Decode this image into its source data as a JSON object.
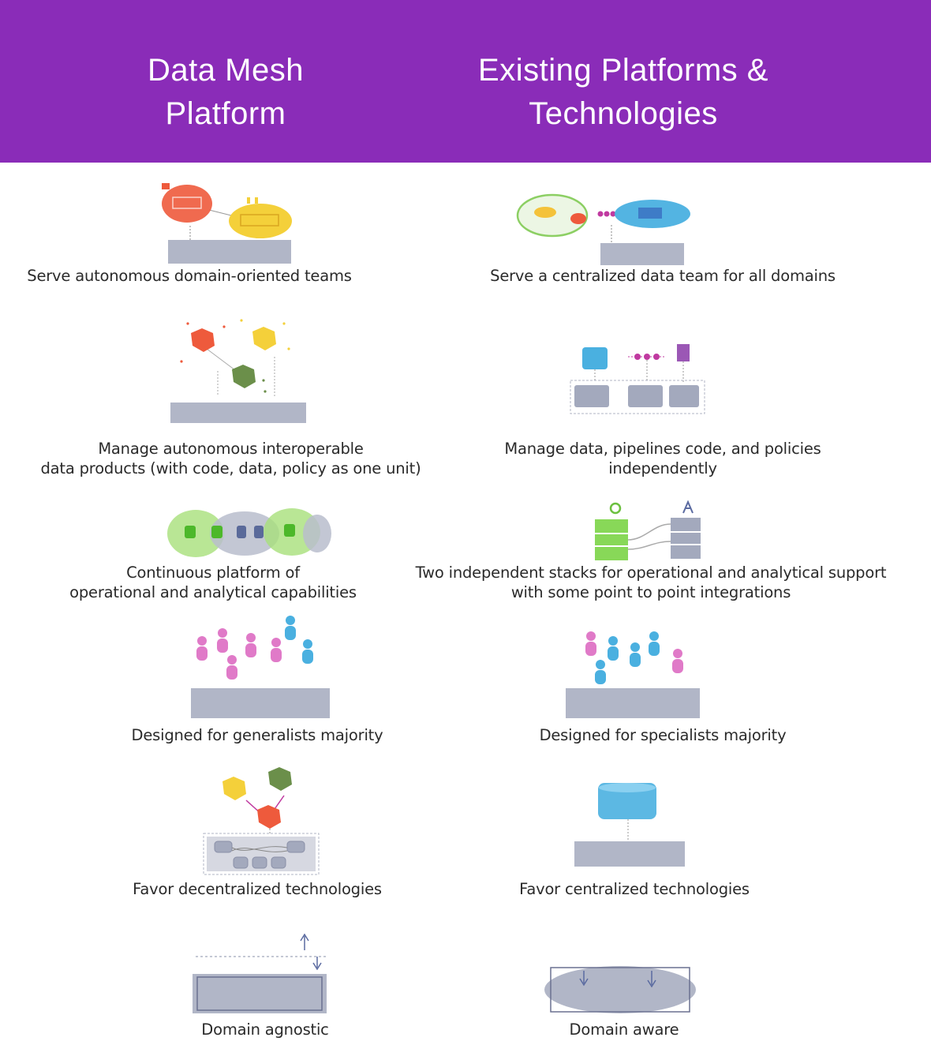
{
  "header": {
    "left_title": "Data Mesh\nPlatform",
    "right_title": "Existing Platforms &\nTechnologies"
  },
  "colors": {
    "header_bg": "#8a2cb8",
    "platform_grey": "#a3a9bd",
    "red": "#ee5a3c",
    "yellow": "#f4d03a",
    "green_dark": "#6b8f4a",
    "green_light": "#7fd04a",
    "blue": "#4ab0e0",
    "pink": "#e07ac8",
    "magenta": "#c03aa0"
  },
  "rows": [
    {
      "left": "Serve autonomous domain-oriented teams",
      "right": "Serve a centralized data team for all domains"
    },
    {
      "left": "Manage autonomous interoperable\ndata products (with code, data,  policy as one unit)",
      "right": "Manage data, pipelines code, and policies\nindependently"
    },
    {
      "left": "Continuous platform of\noperational and analytical capabilities",
      "right": "Two independent stacks for operational and analytical support\nwith some point to point integrations"
    },
    {
      "left": "Designed for generalists majority",
      "right": "Designed for specialists majority"
    },
    {
      "left": "Favor decentralized technologies",
      "right": "Favor centralized technologies"
    },
    {
      "left": "Domain agnostic",
      "right": "Domain aware"
    }
  ]
}
